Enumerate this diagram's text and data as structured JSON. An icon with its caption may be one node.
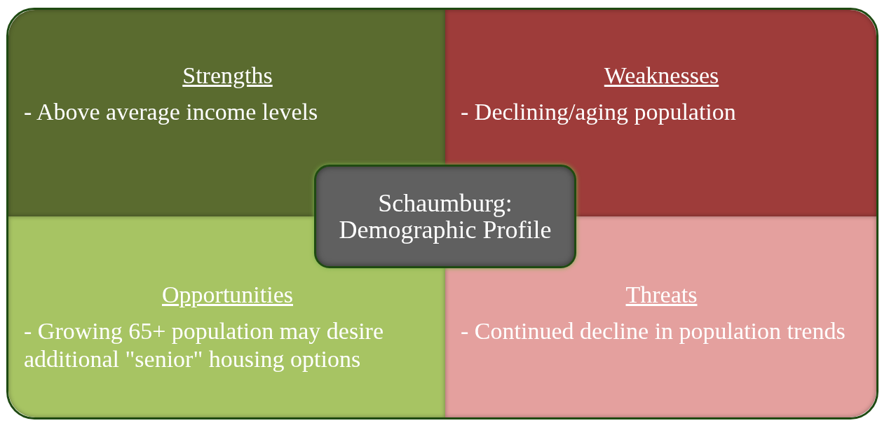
{
  "diagram": {
    "nodes": [
      {
        "text": [
          "Strengths",
          "- Above average income levels"
        ]
      },
      {
        "text": [
          "Weaknesses",
          "- Declining/aging population"
        ]
      },
      {
        "text": [
          "Schaumburg: Demographic Profile"
        ]
      },
      {
        "text": [
          "Opportunities",
          "- Growing 65+ population may desire additional \"senior\" housing options"
        ]
      },
      {
        "text": [
          "Threats",
          "- Continued decline in population trends"
        ]
      }
    ]
  }
}
